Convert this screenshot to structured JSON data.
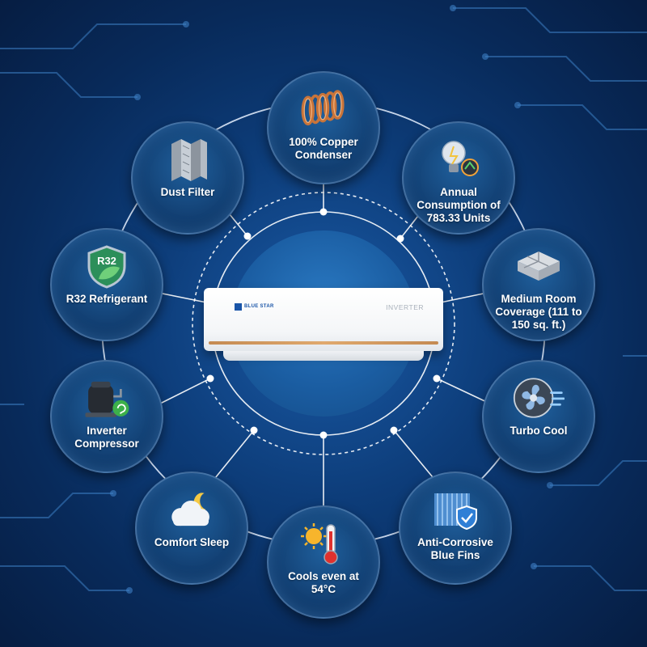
{
  "product": {
    "brand_text": "BLUE STAR",
    "model_text": "INVERTER"
  },
  "features": [
    {
      "id": "copper",
      "label": "100% Copper Condenser",
      "icon": "copper-coil-icon"
    },
    {
      "id": "annual",
      "label": "Annual Consumption of 783.33 Units",
      "icon": "lightbulb-meter-icon"
    },
    {
      "id": "room",
      "label": "Medium Room Coverage (111 to 150 sq. ft.)",
      "icon": "room-floorplan-icon"
    },
    {
      "id": "turbo",
      "label": "Turbo Cool",
      "icon": "fan-wind-icon"
    },
    {
      "id": "fins",
      "label": "Anti-Corrosive Blue Fins",
      "icon": "fins-shield-icon"
    },
    {
      "id": "cools",
      "label": "Cools even at 54°C",
      "icon": "thermometer-sun-icon"
    },
    {
      "id": "sleep",
      "label": "Comfort Sleep",
      "icon": "cloud-moon-icon"
    },
    {
      "id": "compressor",
      "label": "Inverter Compressor",
      "icon": "compressor-icon"
    },
    {
      "id": "refrigerant",
      "label": "R32 Refrigerant",
      "icon": "r32-shield-icon",
      "icon_text": "R32"
    },
    {
      "id": "dust",
      "label": "Dust Filter",
      "icon": "dust-filter-icon"
    }
  ],
  "colors": {
    "background": "#0d3d7a",
    "circle": "#123f72",
    "accent_copper": "#c48a52",
    "line": "#ffffff"
  }
}
